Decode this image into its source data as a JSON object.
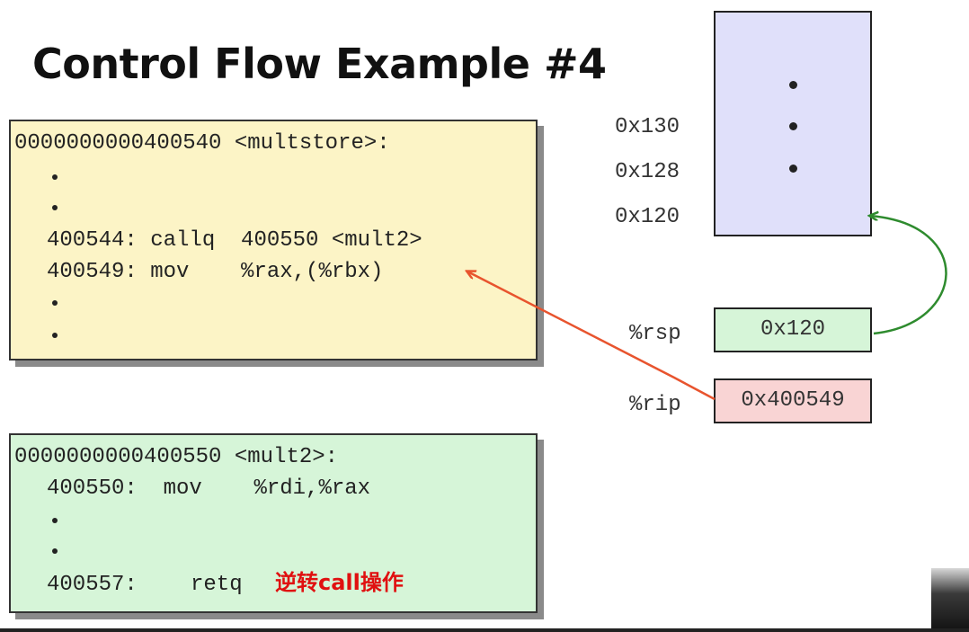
{
  "title": "Control Flow Example #4",
  "multstore": {
    "header": "0000000000400540 <multstore>:",
    "call_line": "400544: callq  400550 <mult2>",
    "mov_line": "400549: mov    %rax,(%rbx)"
  },
  "mult2": {
    "header": "0000000000400550 <mult2>:",
    "mov_line": "400550:  mov    %rdi,%rax",
    "ret_addr": "400557:",
    "ret_op": "retq"
  },
  "annotation": "逆转call操作",
  "stack": {
    "addresses": [
      "0x130",
      "0x128",
      "0x120"
    ]
  },
  "registers": {
    "rsp": {
      "label": "%rsp",
      "value": "0x120"
    },
    "rip": {
      "label": "%rip",
      "value": "0x400549"
    }
  },
  "colors": {
    "code_box_1": "#fcf4c6",
    "code_box_2": "#d6f5d8",
    "stack_fill": "#e0e0fa",
    "rsp_fill": "#d6f5d8",
    "rip_fill": "#f9d4d4",
    "rip_arrow": "#e8542e",
    "rsp_arrow": "#2e8b2e",
    "annotation": "#e01010"
  }
}
